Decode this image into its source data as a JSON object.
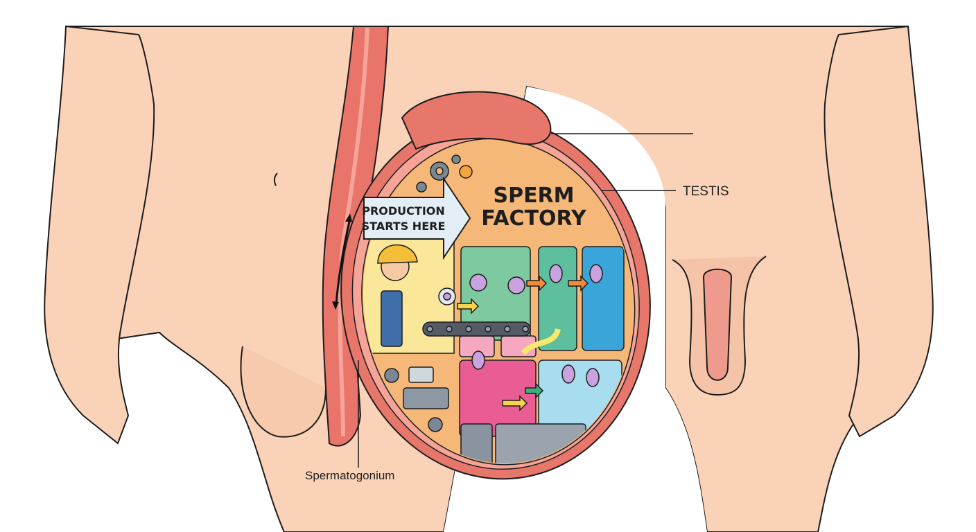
{
  "title": {
    "line1": "SPERM",
    "line2": "FACTORY"
  },
  "sign": {
    "line1": "PRODUCTION",
    "line2": "STARTS HERE"
  },
  "labels": {
    "testis": "TESTIS",
    "spermatogonium": "Spermatogonium"
  },
  "colors": {
    "skin": "#f9d2b7",
    "outline": "#1c1c1c",
    "testis_wall": "#e7776a",
    "factory": "#f5b878",
    "cord": "#e8746a"
  }
}
